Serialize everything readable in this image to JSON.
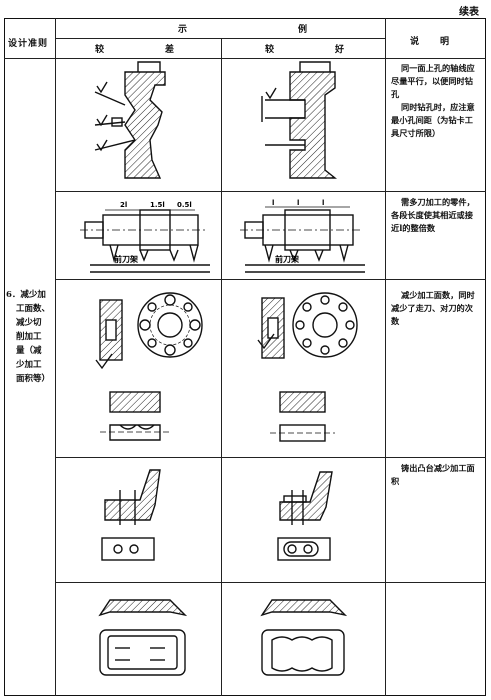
{
  "continued": "续表",
  "header": {
    "criterion": "设计准则",
    "example": "示　　　　　　　　　　　例",
    "worse": "较　　　　　　差",
    "better": "较　　　　　　好",
    "explanation": "说　　明"
  },
  "criterion_lines": [
    "6．减少加",
    "工面数、",
    "减少切",
    "削加工",
    "量（减",
    "少加工",
    "面积等）"
  ],
  "notes": {
    "n1": [
      "同一面上孔的轴线应",
      "尽量平行，以便同时钻",
      "孔",
      "同时钻孔时，应注意",
      "最小孔间距（为钻卡工",
      "具尺寸所限）"
    ],
    "n2": [
      "需多刀加工的零件，",
      "各段长度使其相近或接",
      "近l的整倍数"
    ],
    "n3": [
      "减少加工面数，同时",
      "减少了走刀、对刀的次",
      "数"
    ],
    "n4": [
      "铸出凸台减少加工面",
      "积"
    ]
  },
  "drawing_labels": {
    "tool_rest": "前刀架",
    "dim_2l": "2l",
    "dim_15l": "1.5l",
    "dim_05l": "0.5l",
    "dim_l": "l"
  }
}
